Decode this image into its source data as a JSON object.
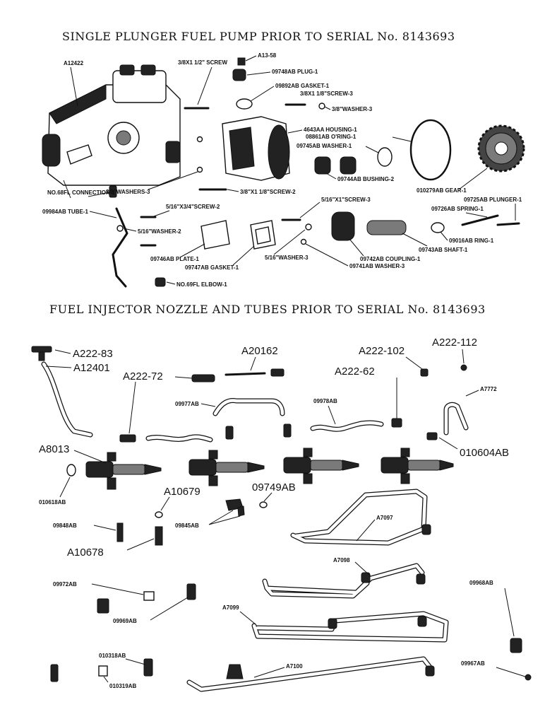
{
  "titles": {
    "top": "SINGLE PLUNGER FUEL PUMP  PRIOR TO SERIAL No. 8143693",
    "bottom": "FUEL INJECTOR NOZZLE AND TUBES  PRIOR TO SERIAL No. 8143693"
  },
  "pump_labels": {
    "a12422": "A12422",
    "screw_3_8": "3/8X1 1/2\" SCREW",
    "a13_58": "A13-58",
    "plug": "09748AB PLUG-1",
    "gasket": "09892AB GASKET-1",
    "screw_1_8": "3/8X1 1/8\"SCREW-3",
    "washer_3_8": "3/8\"WASHER-3",
    "housing": "4643AA HOUSING-1",
    "oring": "08861AB O'RING-1",
    "washer_09745": "09745AB WASHER-1",
    "connection": "NO.68FL CONNECTION-1",
    "washers_3": "3/8\"WASHERS-3",
    "bushing": "09744AB BUSHING-2",
    "gear": "010279AB GEAR-1",
    "screw_x1_1_8": "3/8\"X1 1/8\"SCREW-2",
    "tube": "09984AB TUBE-1",
    "screw_x3_4": "5/16\"X3/4\"SCREW-2",
    "screw_x1": "5/16\"X1\"SCREW-3",
    "plunger": "09725AB PLUNGER-1",
    "spring": "09726AB SPRING-1",
    "washer_5_16": "5/16\"WASHER-2",
    "ring": "09016AB RING-1",
    "shaft": "09743AB SHAFT-1",
    "plate": "09746AB PLATE-1",
    "gasket_09747": "09747AB GASKET-1",
    "washer_5_16_3": "5/16\"WASHER-3",
    "coupling": "09742AB COUPLING-1",
    "washer_09741": "09741AB WASHER-3",
    "elbow": "NO.69FL ELBOW-1"
  },
  "nozzle_labels": {
    "a222_83": "A222-83",
    "a12401": "A12401",
    "a20162": "A20162",
    "a222_102": "A222-102",
    "a222_112": "A222-112",
    "a222_72": "A222-72",
    "a222_62": "A222-62",
    "a7772": "A7772",
    "p09977ab": "09977AB",
    "p09978ab": "09978AB",
    "a8013": "A8013",
    "p010604ab": "010604AB",
    "p010618ab": "010618AB",
    "a10679": "A10679",
    "p09749ab": "09749AB",
    "a7097": "A7097",
    "p09848ab": "09848AB",
    "p09845ab": "09845AB",
    "a10678": "A10678",
    "a7098": "A7098",
    "p09972ab": "09972AB",
    "p09968ab": "09968AB",
    "p09969ab": "09969AB",
    "a7099": "A7099",
    "p010318ab": "010318AB",
    "a7100": "A7100",
    "p09967ab": "09967AB",
    "p010319ab": "010319AB"
  }
}
